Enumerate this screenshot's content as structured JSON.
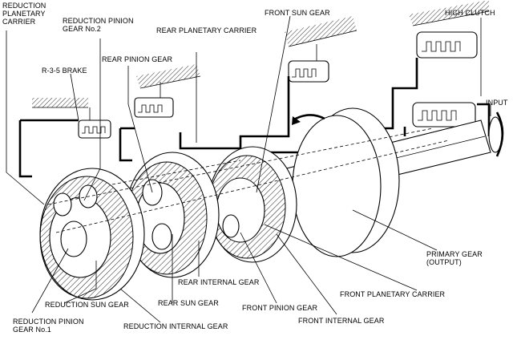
{
  "labels": {
    "reduction_planetary_carrier": "REDUCTION\nPLANETARY\nCARRIER",
    "reduction_pinion_gear_no2": "REDUCTION PINION\nGEAR No.2",
    "front_sun_gear": "FRONT SUN GEAR",
    "high_clutch": "HIGH CLUTCH",
    "rear_planetary_carrier": "REAR PLANETARY CARRIER",
    "rear_pinion_gear": "REAR PINION GEAR",
    "r35_brake": "R-3-5 BRAKE",
    "input": "INPUT",
    "primary_gear_output": "PRIMARY GEAR\n(OUTPUT)",
    "front_planetary_carrier": "FRONT PLANETARY CARRIER",
    "rear_internal_gear": "REAR INTERNAL GEAR",
    "reduction_sun_gear": "REDUCTION SUN GEAR",
    "rear_sun_gear": "REAR SUN GEAR",
    "front_pinion_gear": "FRONT PINION GEAR",
    "front_internal_gear": "FRONT INTERNAL GEAR",
    "reduction_pinion_gear_no1": "REDUCTION PINION\nGEAR No.1",
    "reduction_internal_gear": "REDUCTION INTERNAL GEAR"
  }
}
